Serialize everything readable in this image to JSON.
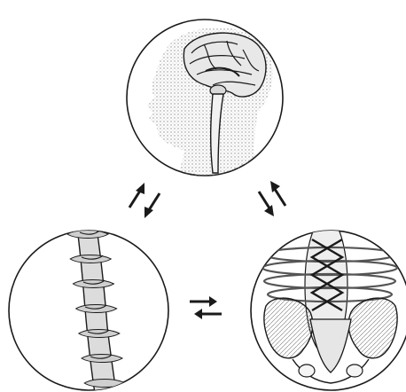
{
  "diagram": {
    "nodes": [
      {
        "id": "brain",
        "icon": "brain-head-illustration"
      },
      {
        "id": "spine",
        "icon": "spine-illustration"
      },
      {
        "id": "pelvis",
        "icon": "pelvis-core-illustration"
      }
    ],
    "connections": [
      {
        "from": "brain",
        "to": "spine",
        "style": "bidirectional-arrows"
      },
      {
        "from": "brain",
        "to": "pelvis",
        "style": "bidirectional-arrows"
      },
      {
        "from": "spine",
        "to": "pelvis",
        "style": "bidirectional-arrows"
      }
    ],
    "colors": {
      "stroke": "#1a1a1a",
      "shade": "#9a9a9a",
      "fill": "#f2f2f2",
      "background": "#ffffff"
    }
  }
}
